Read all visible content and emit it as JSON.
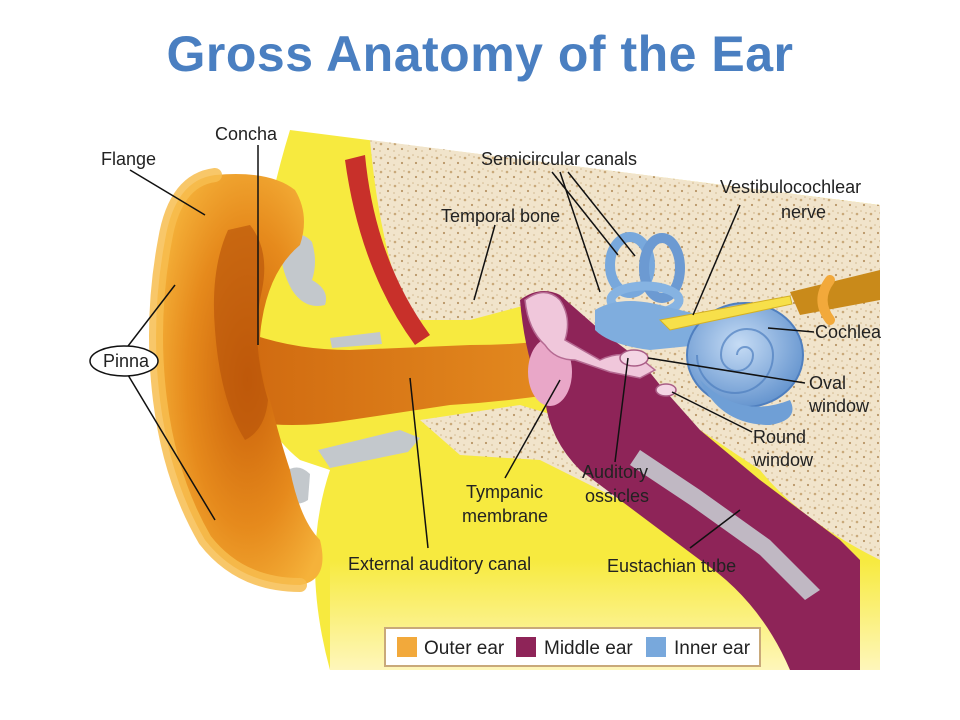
{
  "title": "Gross Anatomy of the Ear",
  "labels": {
    "flange": "Flange",
    "concha": "Concha",
    "pinna": "Pinna",
    "semicircular_canals": "Semicircular canals",
    "temporal_bone": "Temporal bone",
    "vestibulocochlear_nerve": [
      "Vestibulocochlear",
      "nerve"
    ],
    "cochlea": "Cochlea",
    "oval_window": [
      "Oval",
      "window"
    ],
    "round_window": [
      "Round",
      "window"
    ],
    "auditory_ossicles": [
      "Auditory",
      "ossicles"
    ],
    "tympanic_membrane": [
      "Tympanic",
      "membrane"
    ],
    "external_auditory_canal": "External auditory canal",
    "eustachian_tube": "Eustachian tube"
  },
  "legend": [
    {
      "label": "Outer ear",
      "color": "#f2a93b"
    },
    {
      "label": "Middle ear",
      "color": "#8e2458"
    },
    {
      "label": "Inner ear",
      "color": "#78a8dc"
    }
  ],
  "colors": {
    "title": "#4a7fc1",
    "skin_yellow": "#f7ea3f",
    "bone_beige": "#efe2c8",
    "outer_ear": "#f2a93b",
    "middle_ear": "#8e2458",
    "inner_ear": "#78a8dc"
  }
}
